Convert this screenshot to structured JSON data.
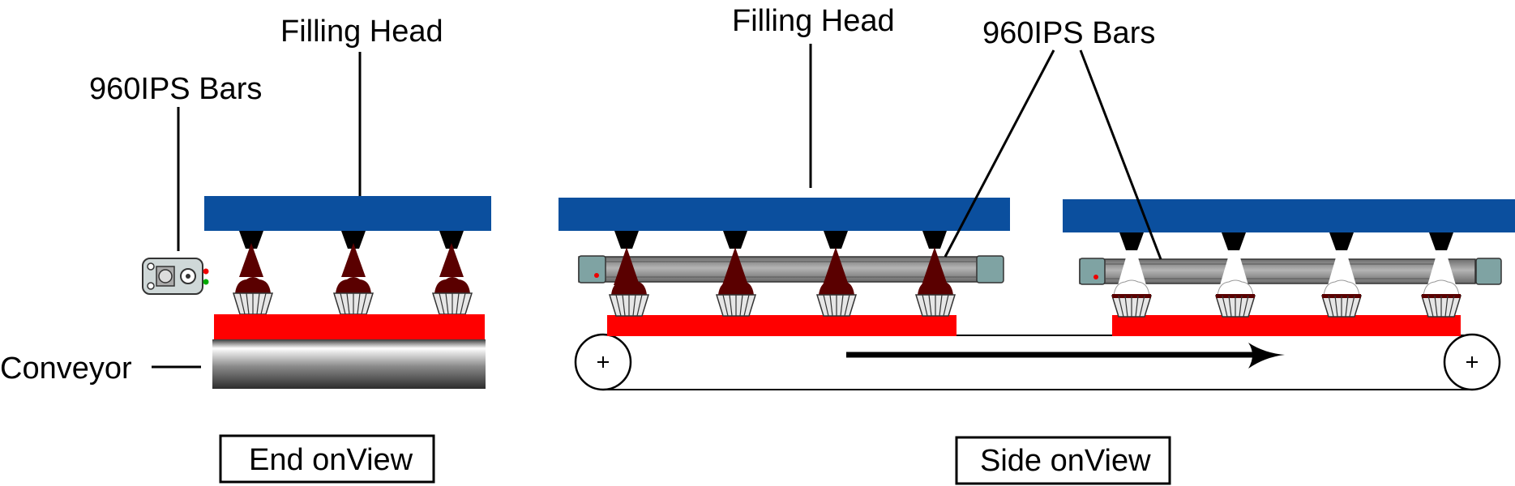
{
  "labels": {
    "filling_head_left": "Filling Head",
    "bars_left": "960IPS Bars",
    "conveyor": "Conveyor",
    "filling_head_right": "Filling Head",
    "bars_right": "960IPS Bars"
  },
  "captions": {
    "end_view": "End onView",
    "side_view": "Side onView"
  },
  "colors": {
    "filling_head": "#0b4f9e",
    "tray": "#ff0000",
    "product_fill": "#5a0000",
    "bar_body": "#8f8f8f",
    "bar_end_cap": "#7fa3a3",
    "nozzle": "#000000"
  },
  "icons": [
    "sensor-head-icon",
    "pulley-icon",
    "direction-arrow-icon",
    "cupcake-icon"
  ]
}
